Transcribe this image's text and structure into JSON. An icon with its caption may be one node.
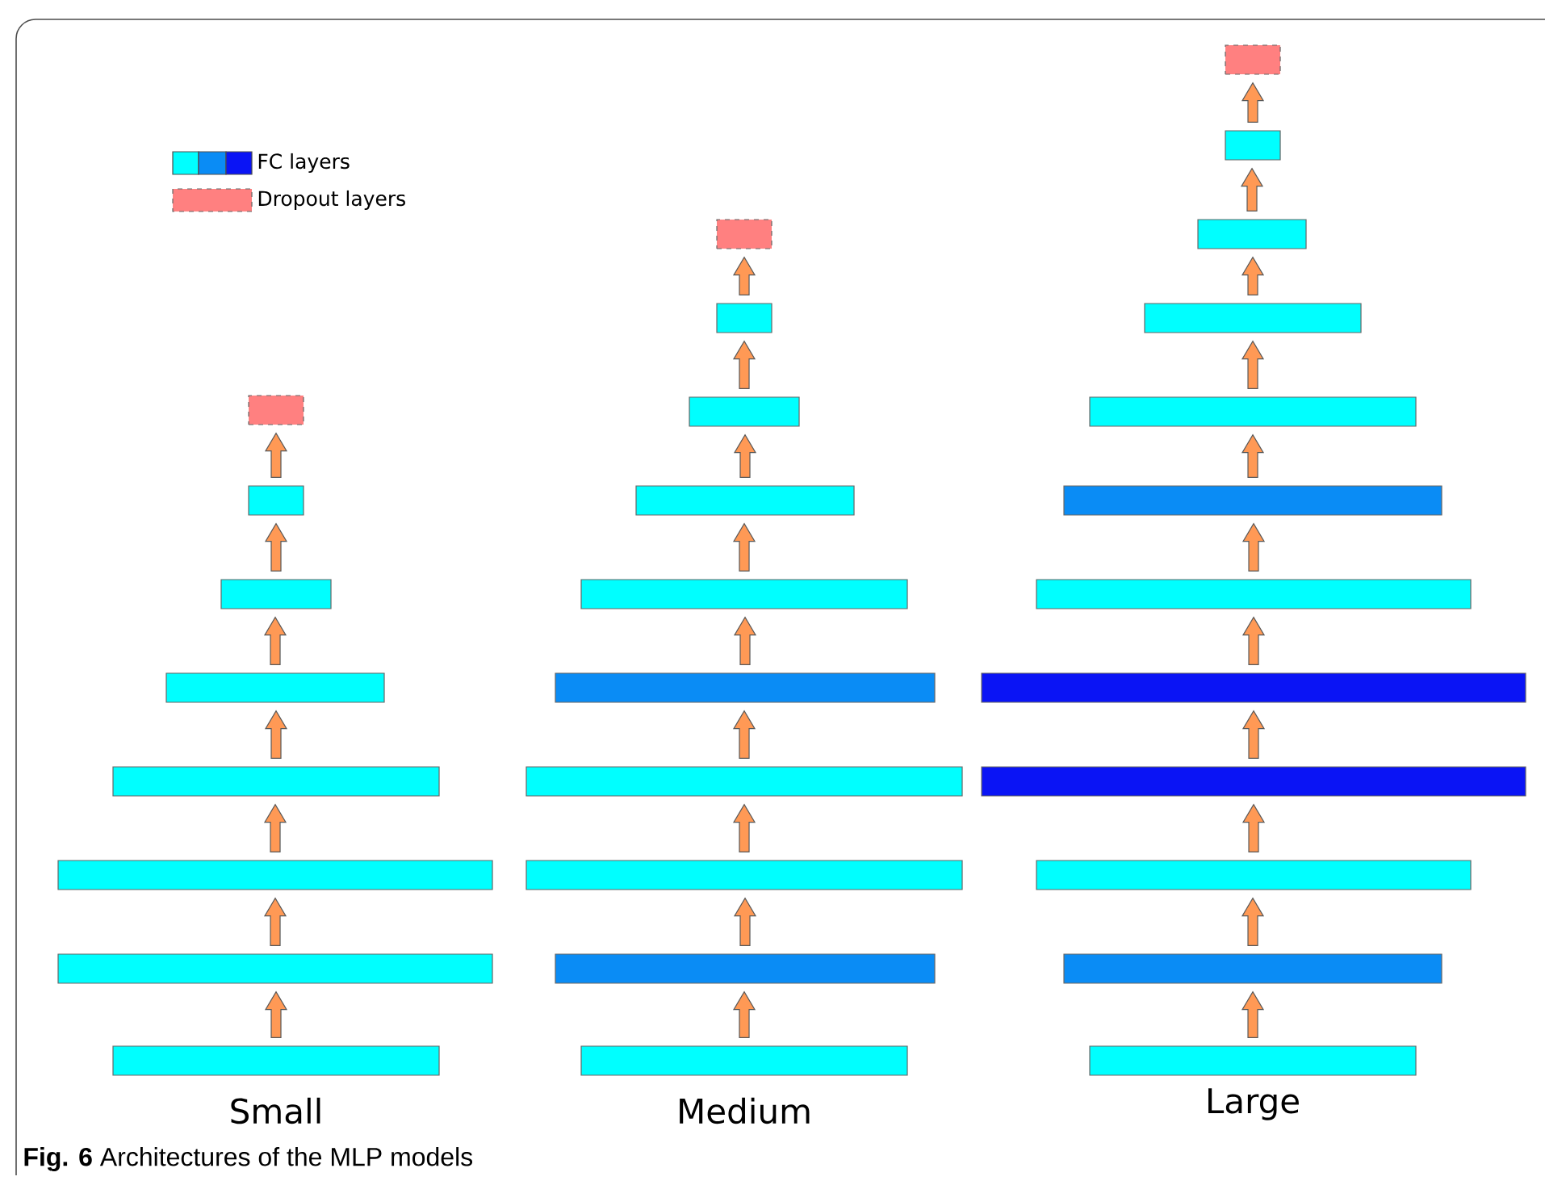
{
  "diagram": {
    "caption": "**Fig. 6** Architectures of the MLP models",
    "nodes": [
      {
        "text": [],
        "shape": "bar"
      },
      {
        "text": [],
        "shape": "bar"
      },
      {
        "text": [],
        "shape": "bar"
      },
      {
        "text": [],
        "shape": "bar"
      },
      {
        "text": [],
        "shape": "bar"
      },
      {
        "text": [],
        "shape": "bar"
      },
      {
        "text": [],
        "shape": "bar"
      },
      {
        "text": [],
        "shape": "bar"
      },
      {
        "text": [],
        "shape": "bar"
      },
      {
        "text": [],
        "shape": "bar"
      },
      {
        "text": [],
        "shape": "bar"
      },
      {
        "text": [],
        "shape": "bar"
      },
      {
        "text": [],
        "shape": "bar"
      },
      {
        "text": [],
        "shape": "bar"
      },
      {
        "text": [],
        "shape": "bar"
      },
      {
        "text": [],
        "shape": "bar"
      },
      {
        "text": [],
        "shape": "bar"
      },
      {
        "text": [],
        "shape": "bar"
      },
      {
        "text": [],
        "shape": "bar"
      },
      {
        "text": [],
        "shape": "bar"
      },
      {
        "text": [],
        "shape": "bar"
      },
      {
        "text": [],
        "shape": "bar"
      },
      {
        "text": [],
        "shape": "bar"
      },
      {
        "text": [],
        "shape": "bar"
      },
      {
        "text": [],
        "shape": "bar"
      },
      {
        "text": [],
        "shape": "bar"
      },
      {
        "text": [],
        "shape": "bar"
      },
      {
        "text": [],
        "shape": "bar"
      },
      {
        "text": [],
        "shape": "bar"
      },
      {
        "text": [],
        "shape": "bar"
      }
    ],
    "edges": [
      {
        "from": 1,
        "to": 0,
        "arrow": "to"
      },
      {
        "from": 2,
        "to": 1,
        "arrow": "to"
      },
      {
        "from": 3,
        "to": 2,
        "arrow": "to"
      },
      {
        "from": 4,
        "to": 3,
        "arrow": "to"
      },
      {
        "from": 5,
        "to": 4,
        "arrow": "to"
      },
      {
        "from": 6,
        "to": 5,
        "arrow": "to"
      },
      {
        "from": 7,
        "to": 6,
        "arrow": "to"
      },
      {
        "from": 9,
        "to": 8,
        "arrow": "to"
      },
      {
        "from": 10,
        "to": 9,
        "arrow": "to"
      },
      {
        "from": 11,
        "to": 10,
        "arrow": "to"
      },
      {
        "from": 12,
        "to": 11,
        "arrow": "to"
      },
      {
        "from": 13,
        "to": 12,
        "arrow": "to"
      },
      {
        "from": 14,
        "to": 13,
        "arrow": "to"
      },
      {
        "from": 15,
        "to": 14,
        "arrow": "to"
      },
      {
        "from": 16,
        "to": 15,
        "arrow": "to"
      },
      {
        "from": 17,
        "to": 16,
        "arrow": "to"
      },
      {
        "from": 19,
        "to": 18,
        "arrow": "to"
      },
      {
        "from": 20,
        "to": 19,
        "arrow": "to"
      },
      {
        "from": 21,
        "to": 20,
        "arrow": "to"
      },
      {
        "from": 22,
        "to": 21,
        "arrow": "to"
      },
      {
        "from": 23,
        "to": 22,
        "arrow": "to"
      },
      {
        "from": 24,
        "to": 23,
        "arrow": "to"
      },
      {
        "from": 25,
        "to": 24,
        "arrow": "to"
      },
      {
        "from": 26,
        "to": 25,
        "arrow": "to"
      },
      {
        "from": 27,
        "to": 26,
        "arrow": "to"
      },
      {
        "from": 28,
        "to": 27,
        "arrow": "to"
      },
      {
        "from": 29,
        "to": 28,
        "arrow": "to"
      }
    ],
    "labels": [
      "Small",
      "Medium",
      "Large"
    ],
    "legend": [
      {
        "text": "FC layers"
      },
      {
        "text": "Dropout layers",
        "color": "#ff8080"
      }
    ]
  }
}
